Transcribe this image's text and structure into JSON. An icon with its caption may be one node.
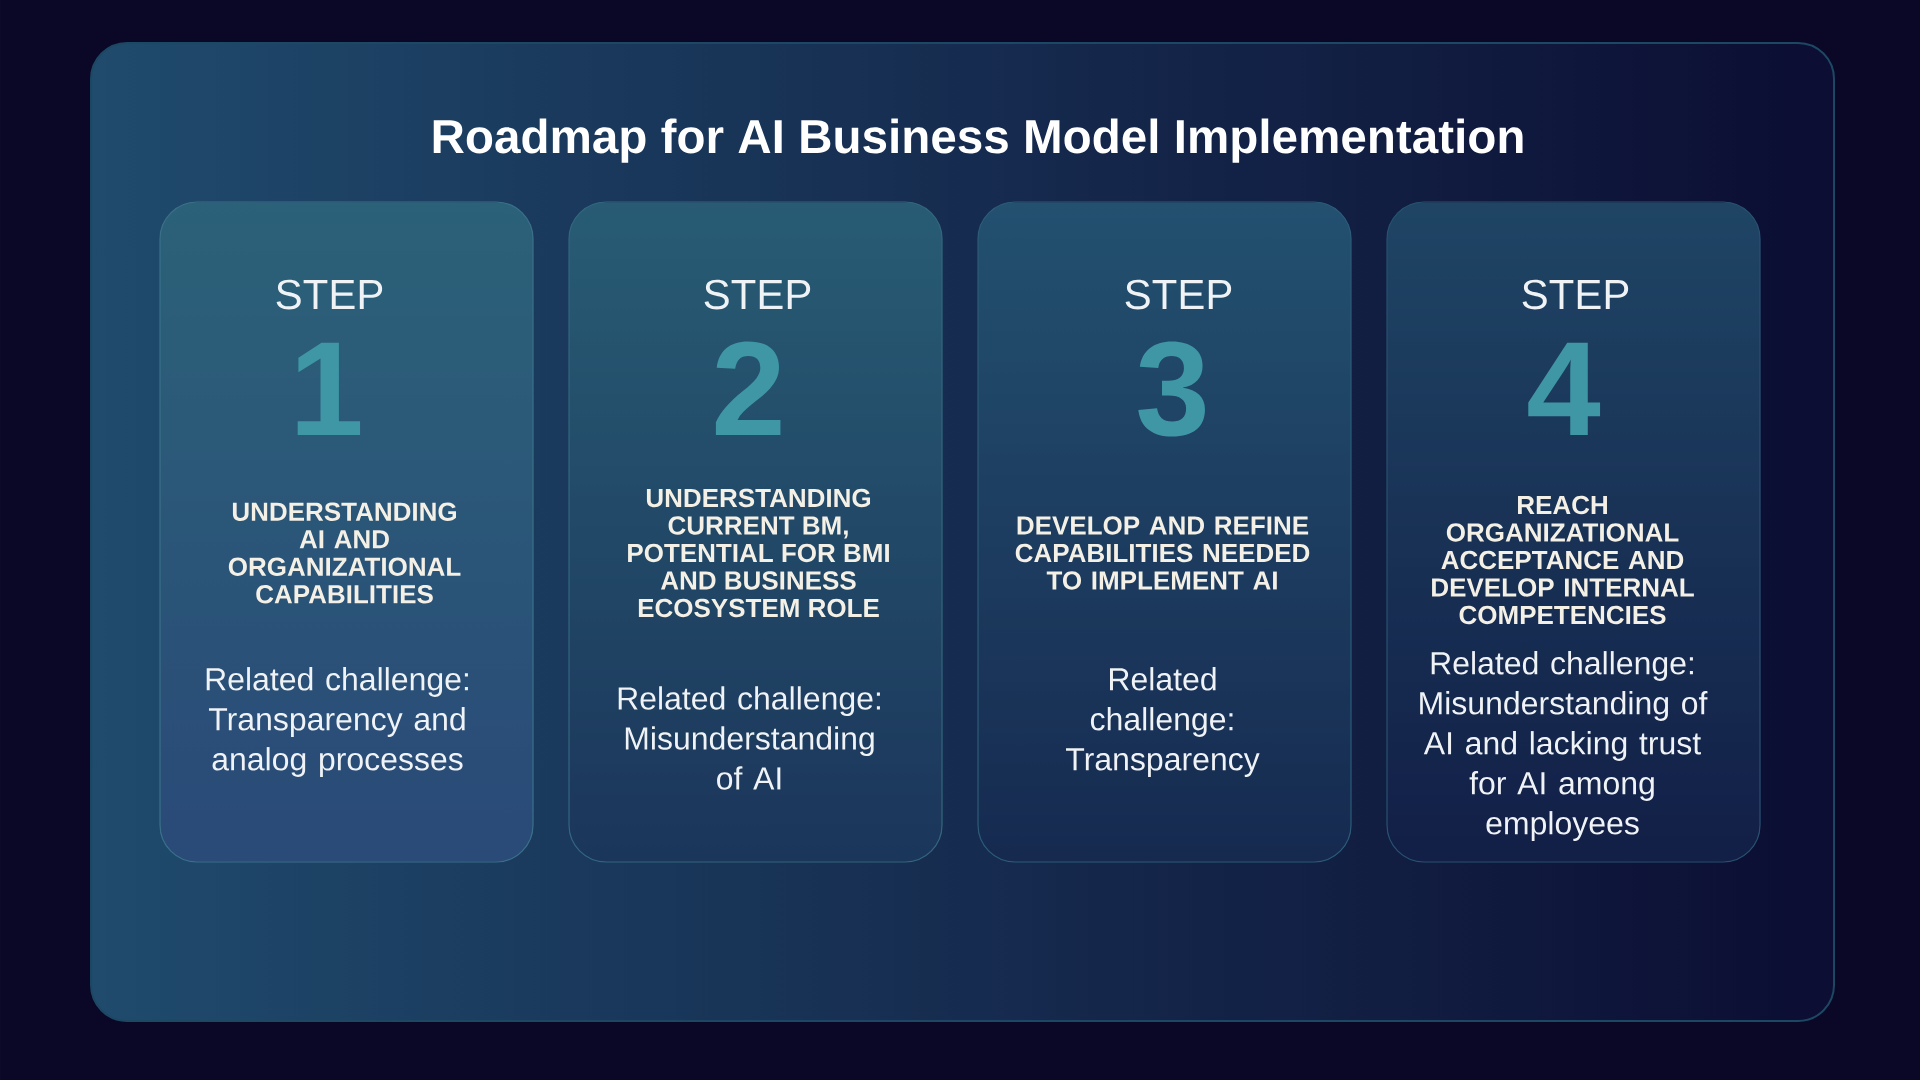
{
  "diagram": {
    "title": "Roadmap for AI Business Model Implementation",
    "nodes": [
      {
        "text": [
          "STEP",
          "1",
          "UNDERSTANDING AI AND ORGANIZATIONAL CAPABILITIES",
          "Related challenge: Transparency and analog processes"
        ]
      },
      {
        "text": [
          "STEP",
          "2",
          "UNDERSTANDING CURRENT BM, POTENTIAL FOR BMI AND BUSINESS ECOSYSTEM ROLE",
          "Related challenge: Misunderstanding of AI"
        ]
      },
      {
        "text": [
          "STEP",
          "3",
          "DEVELOP AND REFINE CAPABILITIES NEEDED TO IMPLEMENT AI",
          "Related challenge: Transparency"
        ]
      },
      {
        "text": [
          "STEP",
          "4",
          "REACH ORGANIZATIONAL ACCEPTANCE AND DEVELOP INTERNAL COMPETENCIES",
          "Related challenge: Misunderstanding of AI and lacking trust for AI among employees"
        ]
      }
    ]
  }
}
